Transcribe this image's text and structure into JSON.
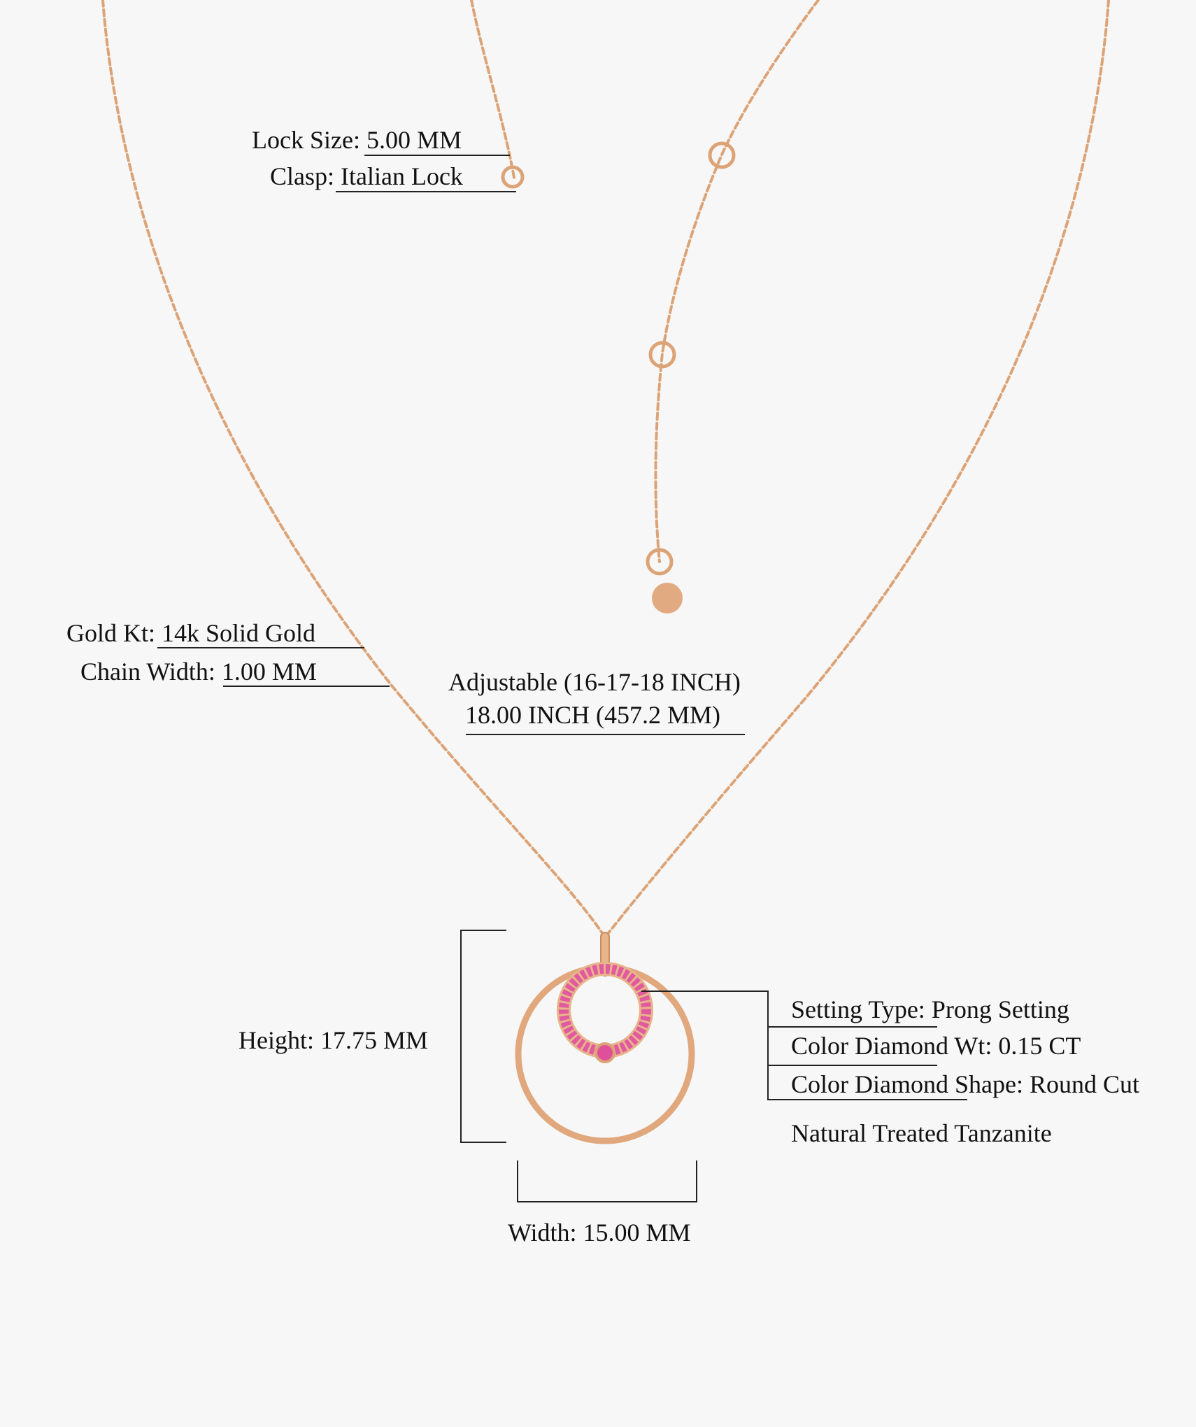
{
  "specs": {
    "lock_size": "Lock Size: 5.00 MM",
    "clasp": "Clasp: Italian Lock",
    "gold_kt": "Gold Kt: 14k Solid Gold",
    "chain_width": "Chain Width: 1.00 MM",
    "adjustable": "Adjustable (16-17-18 INCH)",
    "length": "18.00 INCH (457.2 MM)",
    "height": "Height: 17.75 MM",
    "width": "Width: 15.00 MM",
    "setting_type": "Setting Type: Prong Setting",
    "color_diamond_wt": "Color Diamond Wt: 0.15 CT",
    "color_diamond_shape": "Color Diamond Shape: Round Cut",
    "stone": "Natural Treated Tanzanite"
  },
  "colors": {
    "gold": "#dca377",
    "pink": "#e0509a",
    "background": "#f7f7f7"
  }
}
